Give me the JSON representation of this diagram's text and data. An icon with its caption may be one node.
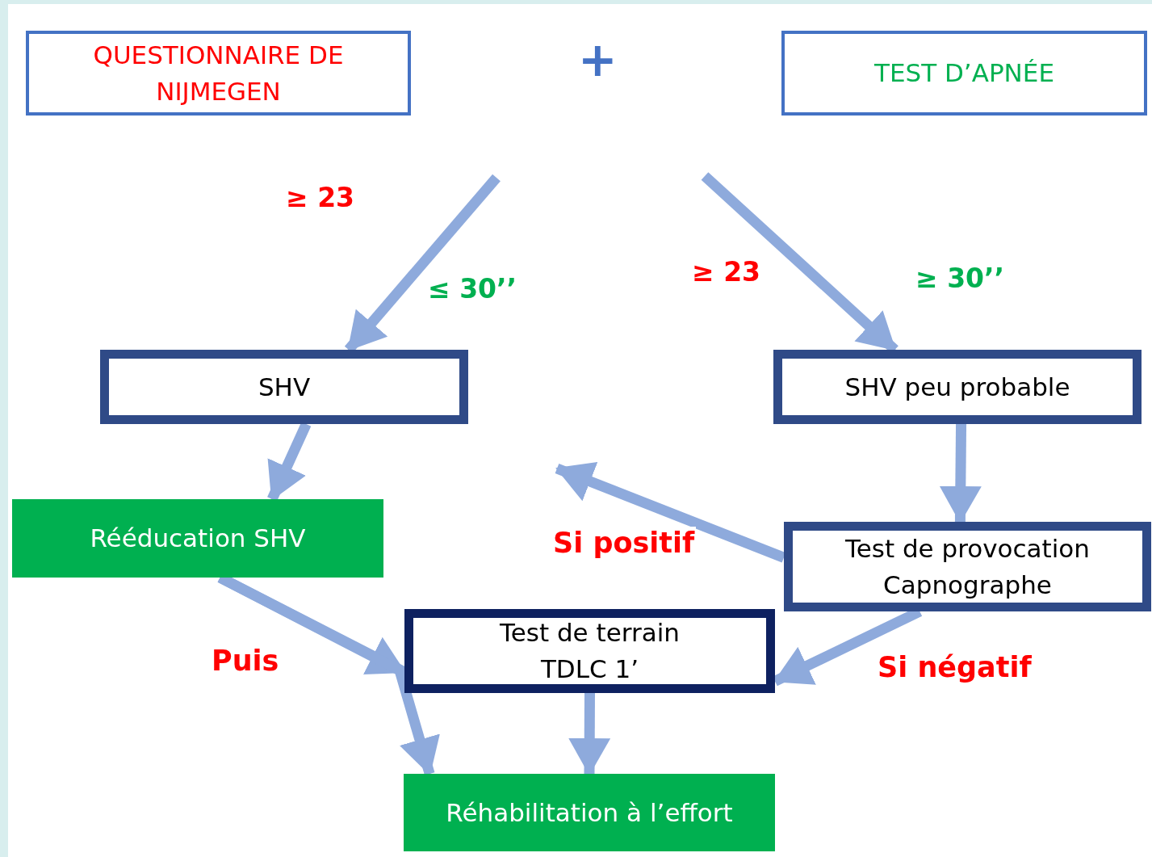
{
  "diagram": {
    "nodes": [
      {
        "text": [
          "QUESTIONNAIRE DE NIJMEGEN"
        ]
      },
      {
        "text": [
          "TEST D’APNÉE"
        ]
      },
      {
        "text": [
          "SHV"
        ]
      },
      {
        "text": [
          "SHV peu probable"
        ]
      },
      {
        "text": [
          "Rééducation SHV"
        ]
      },
      {
        "text": [
          "Test de provocation Capnographe"
        ]
      },
      {
        "text": [
          "Test de terrain TDLC 1’"
        ]
      },
      {
        "text": [
          "Réhabilitation à l’effort"
        ]
      }
    ],
    "edges": [
      {
        "from": null,
        "to": 2,
        "arrow": "to"
      },
      {
        "from": null,
        "to": 3,
        "arrow": "to"
      },
      {
        "from": 2,
        "to": 4,
        "arrow": "to"
      },
      {
        "from": 3,
        "to": 5,
        "arrow": "to"
      },
      {
        "from": 5,
        "to": null,
        "arrow": "to",
        "label": "Si positif"
      },
      {
        "from": 5,
        "to": 6,
        "arrow": "to",
        "label": "Si négatif"
      },
      {
        "from": 4,
        "to": 6,
        "arrow": "to",
        "label": "Puis"
      },
      {
        "from": 4,
        "to": 7,
        "arrow": "to"
      },
      {
        "from": 6,
        "to": 7,
        "arrow": "to"
      }
    ],
    "labels": [
      "+",
      "≥ 23",
      "≤ 30’’",
      "≥ 23",
      "≥ 30’’"
    ]
  }
}
